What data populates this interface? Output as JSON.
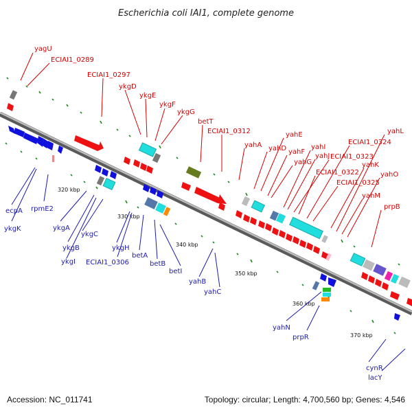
{
  "title": "Escherichia coli IAI1, complete genome",
  "footer": {
    "accession": "Accession: NC_011741",
    "summary": "Topology: circular; Length: 4,700,560 bp; Genes: 4,546"
  },
  "colors": {
    "forward_label": "#d40000",
    "reverse_label": "#1a1ab0",
    "forward_gene": "#ee1111",
    "reverse_gene": "#1111dd",
    "axis": "#8a8a8a",
    "tick": "#1a8a1a"
  },
  "scale_labels": [
    "320 kbp",
    "330 kbp",
    "340 kbp",
    "350 kbp",
    "360 kbp",
    "370 kbp"
  ],
  "forward_genes": [
    "yagU",
    "ECIAI1_0289",
    "ECIAI1_0297",
    "ykgD",
    "ykgE",
    "ykgF",
    "ykgG",
    "betT",
    "ECIAI1_0312",
    "yahA",
    "yahD",
    "yahE",
    "yahF",
    "yahG",
    "yahI",
    "yahJ",
    "ECIAI1_0322",
    "ECIAI1_0323",
    "ECIAI1_0324",
    "ECIAI1_0325",
    "yahK",
    "yahL",
    "yahM",
    "yahO",
    "prpB"
  ],
  "reverse_genes": [
    "ecpA",
    "ykgK",
    "rpmE2",
    "ykgA",
    "ykgB",
    "ykgI",
    "ykgC",
    "ykgH",
    "ECIAI1_0306",
    "betA",
    "betB",
    "betI",
    "yahB",
    "yahC",
    "yahN",
    "prpR",
    "cynR",
    "lacY"
  ]
}
